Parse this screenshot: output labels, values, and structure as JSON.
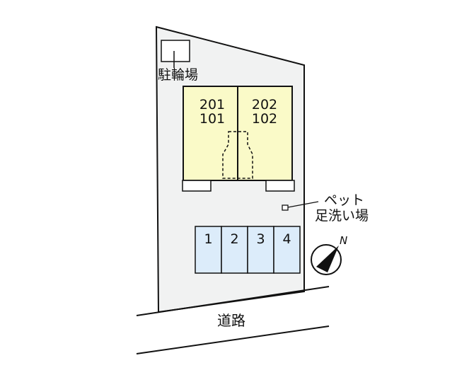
{
  "site": {
    "bicycle_parking_label": "駐輪場",
    "pet_footwash_label_line1": "ペット",
    "pet_footwash_label_line2": "足洗い場",
    "road_label": "道路",
    "north_label": "N"
  },
  "building": {
    "units": [
      {
        "upper": "201",
        "lower": "101"
      },
      {
        "upper": "202",
        "lower": "102"
      }
    ]
  },
  "parking": {
    "spaces": [
      "1",
      "2",
      "3",
      "4"
    ]
  },
  "colors": {
    "lot": "#f1f2f2",
    "building": "#fafac8",
    "parking": "#dcecfa",
    "stroke": "#111111"
  }
}
